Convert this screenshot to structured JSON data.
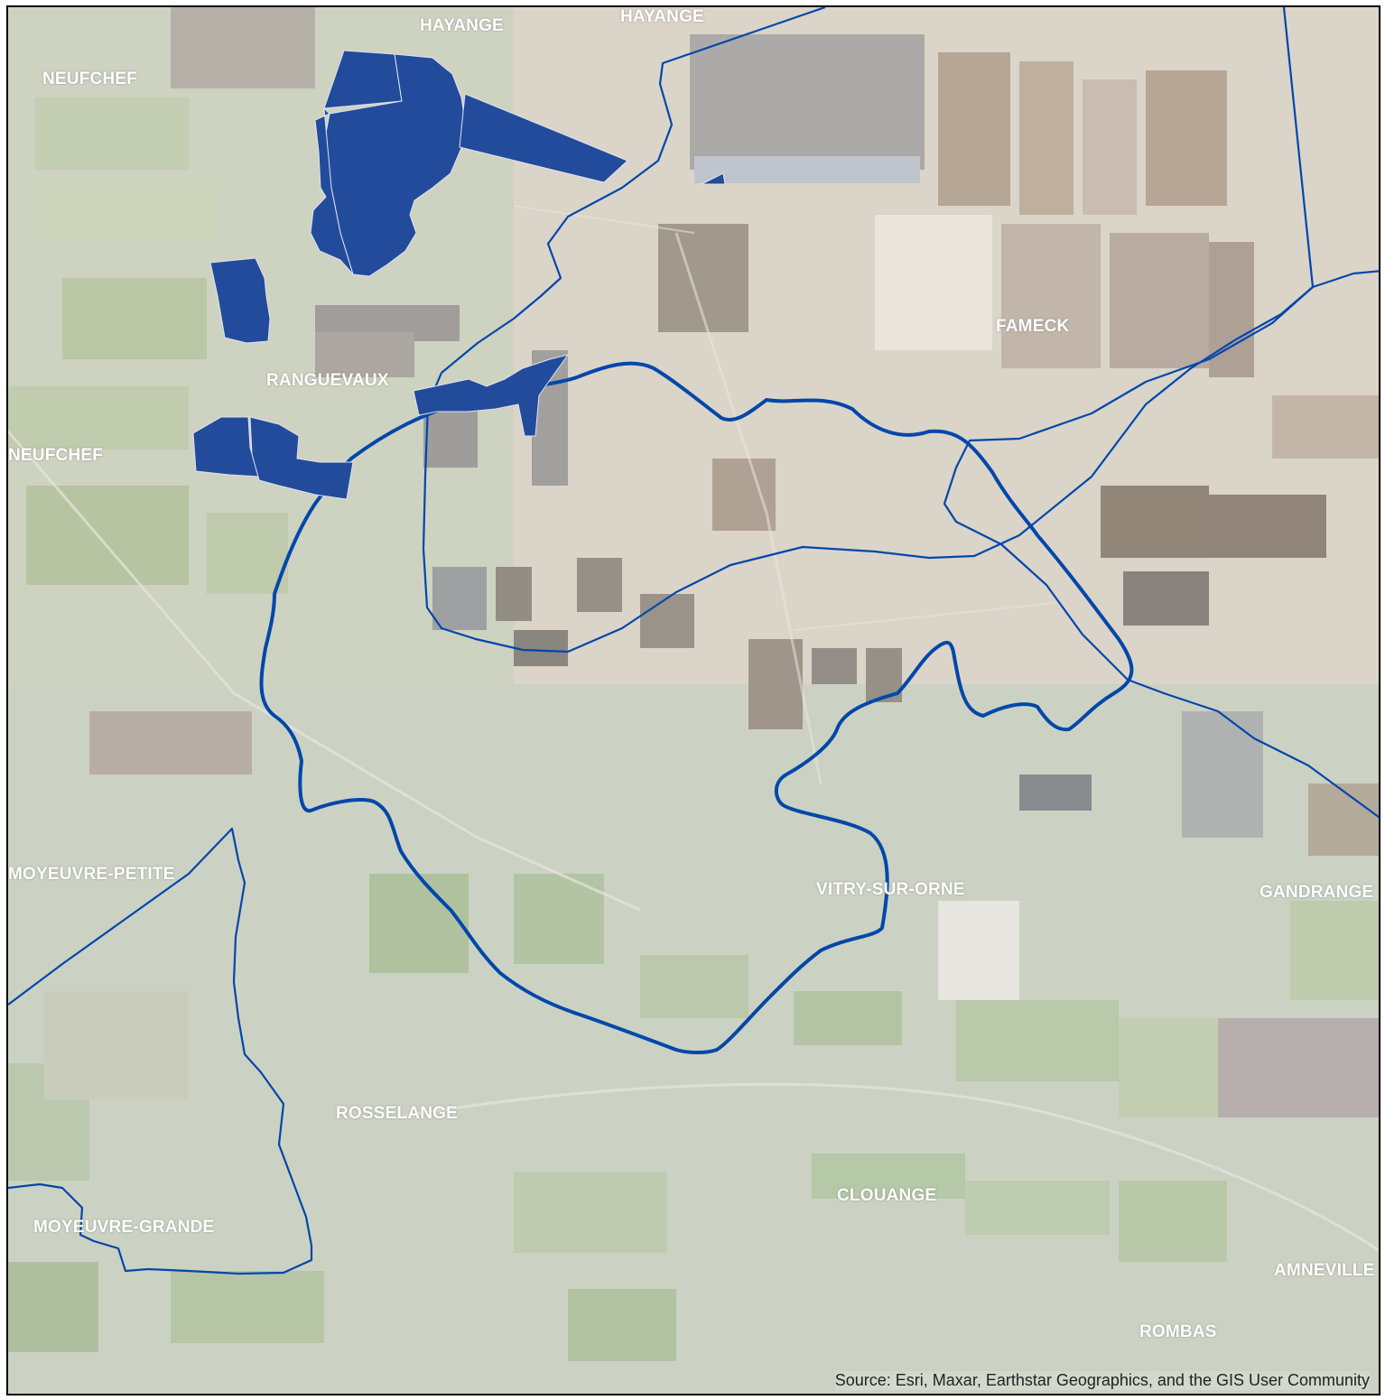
{
  "map": {
    "place_labels": [
      "HAYANGE",
      "HAYANGE",
      "NEUFCHEF",
      "FAMECK",
      "RANGUEVAUX",
      "NEUFCHEF",
      "MOYEUVRE-PETITE",
      "VITRY-SUR-ORNE",
      "GANDRANGE",
      "ROSSELANGE",
      "CLOUANGE",
      "MOYEUVRE-GRANDE",
      "AMNEVILLE",
      "ROMBAS"
    ],
    "attribution": "Source: Esri, Maxar, Earthstar Geographics, and the GIS User Community",
    "colors": {
      "boundary_line": "#0047ab",
      "parcel_fill": "#234b9c",
      "label_text": "#ffffff",
      "basemap_tint": "#e9e5dc"
    }
  }
}
